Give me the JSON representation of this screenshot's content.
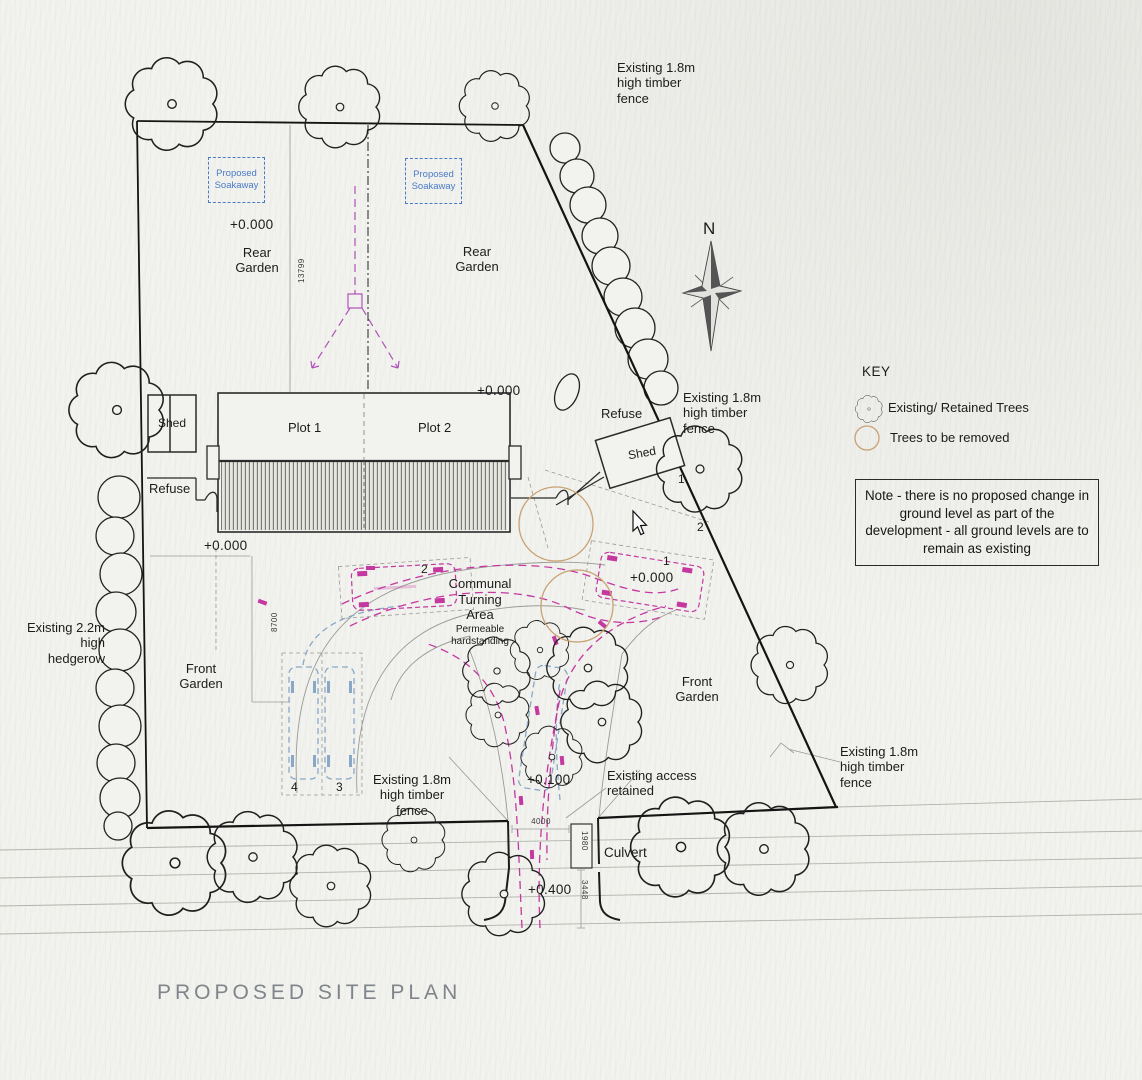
{
  "drawing": {
    "title": "PROPOSED SITE PLAN",
    "compass_label": "N"
  },
  "key": {
    "title": "KEY",
    "items": [
      {
        "id": "existing-retained-trees",
        "symbol": "retained-tree-icon",
        "label": "Existing/ Retained Trees"
      },
      {
        "id": "trees-to-be-removed",
        "symbol": "removed-tree-icon",
        "label": "Trees to be removed"
      }
    ],
    "note": "Note - there is no proposed change in ground level as part of the development - all ground levels are to remain as existing"
  },
  "labels": {
    "fence": "Existing 1.8m\nhigh timber\nfence",
    "hedgerow": "Existing 2.2m\nhigh\nhedgerow",
    "rear_garden": "Rear\nGarden",
    "front_garden": "Front\nGarden",
    "plot1": "Plot 1",
    "plot2": "Plot 2",
    "shed": "Shed",
    "refuse": "Refuse",
    "soakaway": "Proposed\nSoakaway",
    "communal_title": "Communal\nTurning\nArea",
    "communal_sub": "Permeable\nhardstanding",
    "access": "Existing access\nretained",
    "culvert": "Culvert"
  },
  "levels": {
    "datum": "+0.000",
    "plus100": "+0.100",
    "plus400": "+0.400"
  },
  "numbers": {
    "n1": "1",
    "n2": "2",
    "n3": "3",
    "n4": "4"
  },
  "dimensions": {
    "d13799": "13799",
    "d8700": "8700",
    "d4000": "4000",
    "d1980": "1980",
    "d3448": "3448"
  },
  "colors": {
    "swept_path": "#c438a0",
    "parking_car": "#8aa8c6",
    "soakaway": "#4a7ac8",
    "removed_tree": "#c9a274",
    "drainage": "#b052b8",
    "paper": "#f2f2ee",
    "ink": "#1a1a1a",
    "title_grey": "#80858b"
  }
}
